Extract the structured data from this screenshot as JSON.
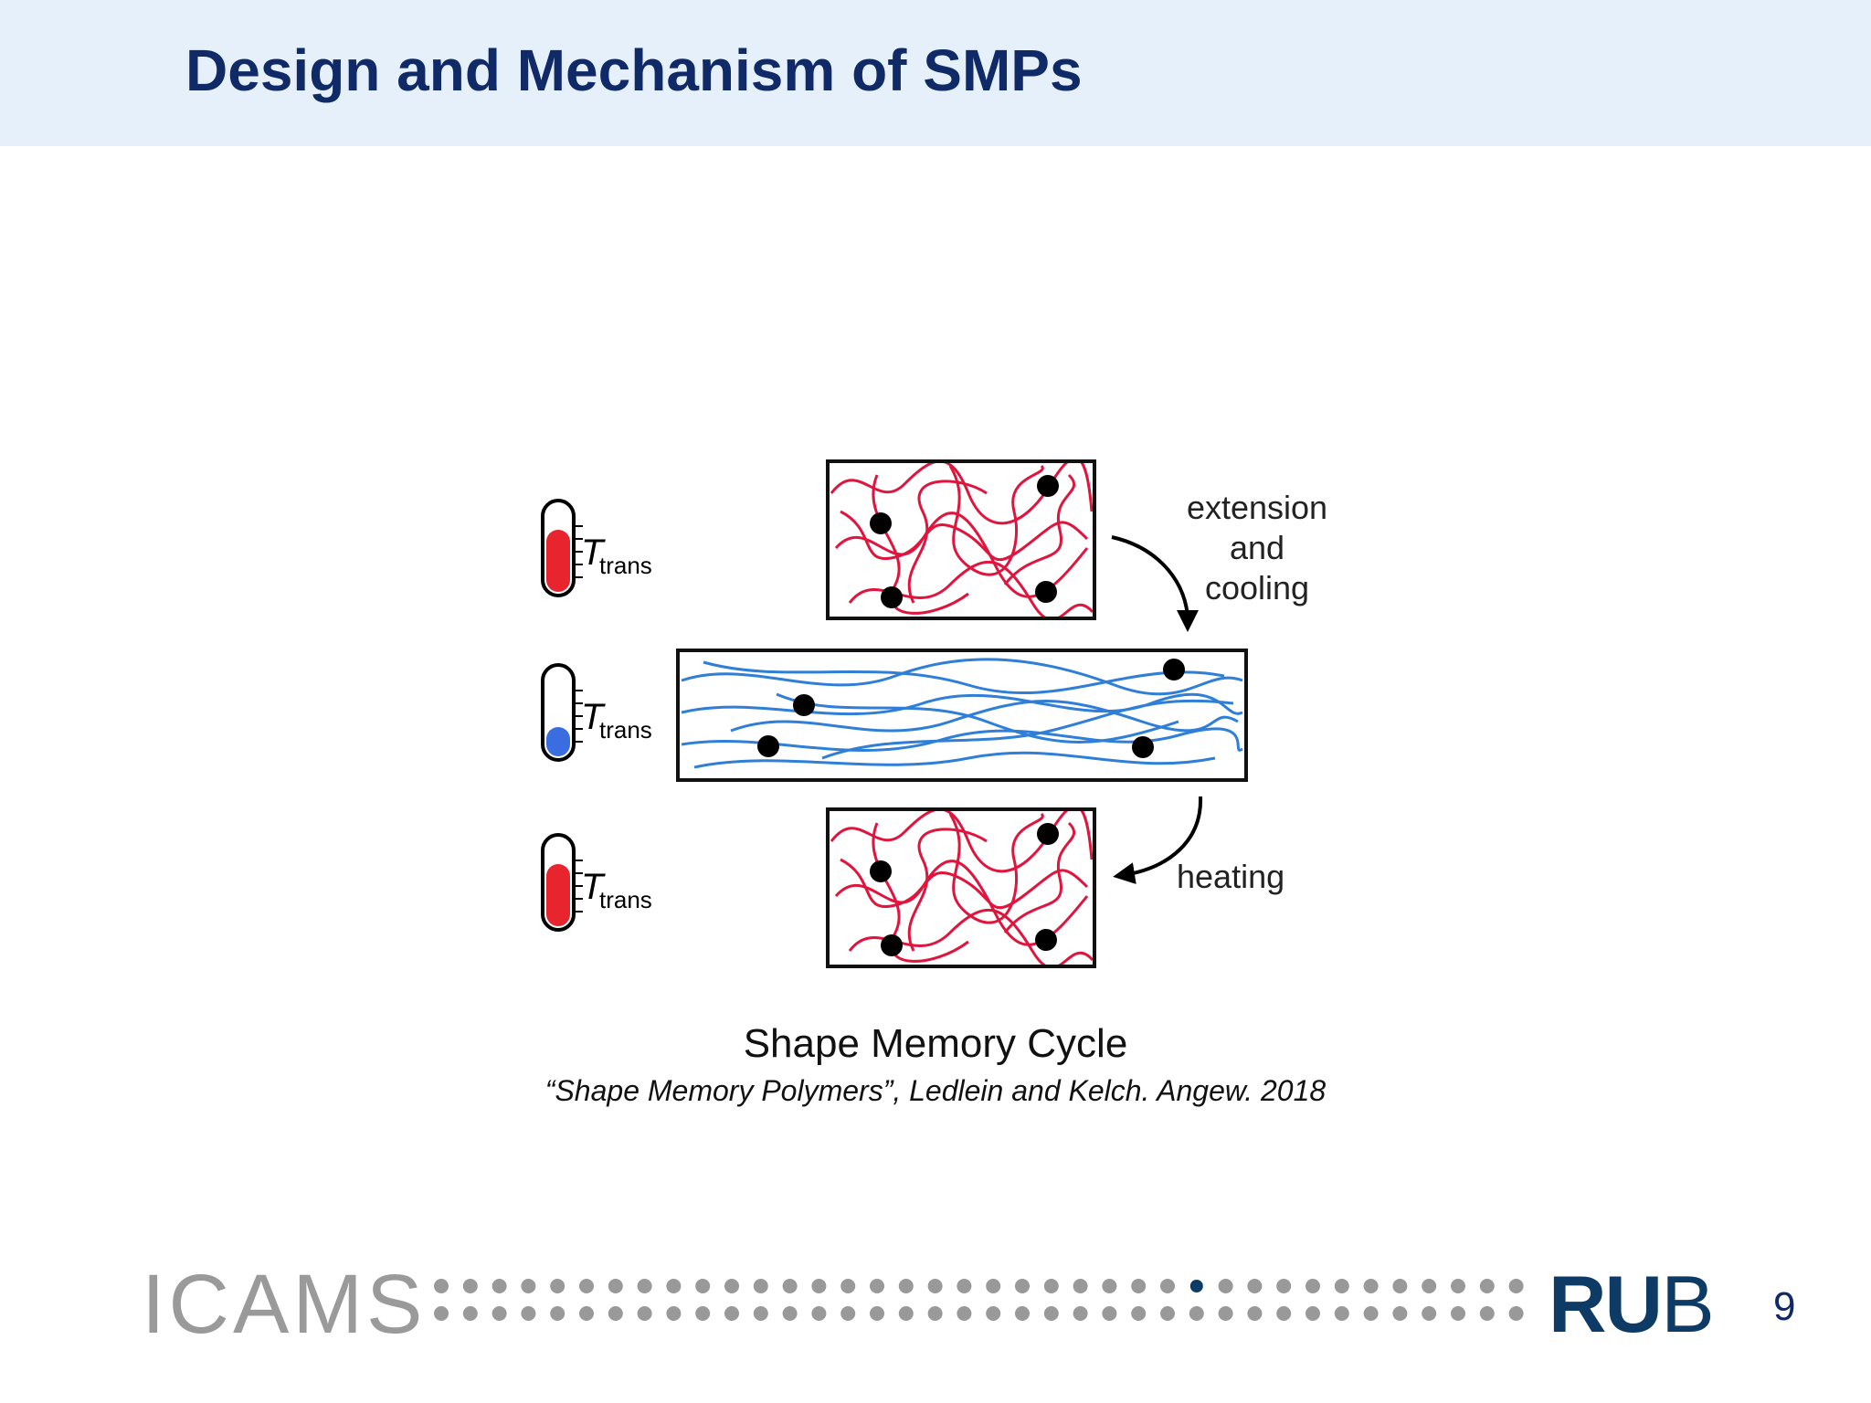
{
  "header": {
    "title": "Design and Mechanism of SMPs"
  },
  "diagram": {
    "thermometers": [
      {
        "label": "T",
        "subscript": "trans",
        "state": "above",
        "fill_color": "#e8242f"
      },
      {
        "label": "T",
        "subscript": "trans",
        "state": "below",
        "fill_color": "#3a6ee0"
      },
      {
        "label": "T",
        "subscript": "trans",
        "state": "above",
        "fill_color": "#e8242f"
      }
    ],
    "arrows": [
      {
        "label_lines": [
          "extension",
          "and",
          "cooling"
        ]
      },
      {
        "label_lines": [
          "heating"
        ]
      }
    ],
    "colors": {
      "hot_chains": "#e0143c",
      "cold_chains": "#2f7ed8",
      "netpoints": "#000000"
    }
  },
  "caption": "Shape Memory Cycle",
  "citation": "“Shape Memory Polymers”, Ledlein and Kelch. Angew. 2018",
  "footer": {
    "logo_left": "ICAMS",
    "logo_right_bold": "RU",
    "logo_right_thin": "B",
    "page_number": "9",
    "progress": {
      "current": 27,
      "total": 38
    },
    "colors": {
      "dot": "#999999",
      "dot_active": "#0d3b66"
    }
  }
}
